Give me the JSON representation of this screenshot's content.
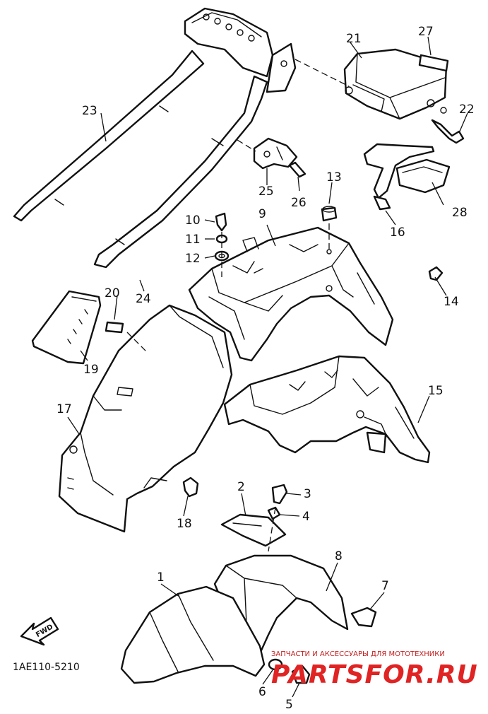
{
  "diagram_code": "1AE110-5210",
  "forward_marker": "FWD",
  "watermark": {
    "caption": "ЗАПЧАСТИ И АКСЕССУАРЫ ДЛЯ МОТОТЕХНИКИ",
    "logo": "PARTSFOR.RU"
  },
  "callouts": [
    {
      "id": "c1",
      "label": "1"
    },
    {
      "id": "c2",
      "label": "2"
    },
    {
      "id": "c3",
      "label": "3"
    },
    {
      "id": "c4",
      "label": "4"
    },
    {
      "id": "c5",
      "label": "5"
    },
    {
      "id": "c6",
      "label": "6"
    },
    {
      "id": "c7",
      "label": "7"
    },
    {
      "id": "c8",
      "label": "8"
    },
    {
      "id": "c9",
      "label": "9"
    },
    {
      "id": "c10",
      "label": "10"
    },
    {
      "id": "c11",
      "label": "11"
    },
    {
      "id": "c12",
      "label": "12"
    },
    {
      "id": "c13",
      "label": "13"
    },
    {
      "id": "c14",
      "label": "14"
    },
    {
      "id": "c15",
      "label": "15"
    },
    {
      "id": "c16",
      "label": "16"
    },
    {
      "id": "c17",
      "label": "17"
    },
    {
      "id": "c18",
      "label": "18"
    },
    {
      "id": "c19",
      "label": "19"
    },
    {
      "id": "c20",
      "label": "20"
    },
    {
      "id": "c21",
      "label": "21"
    },
    {
      "id": "c22",
      "label": "22"
    },
    {
      "id": "c23",
      "label": "23"
    },
    {
      "id": "c24",
      "label": "24"
    },
    {
      "id": "c25",
      "label": "25"
    },
    {
      "id": "c26",
      "label": "26"
    },
    {
      "id": "c27",
      "label": "27"
    },
    {
      "id": "c28",
      "label": "28"
    }
  ]
}
